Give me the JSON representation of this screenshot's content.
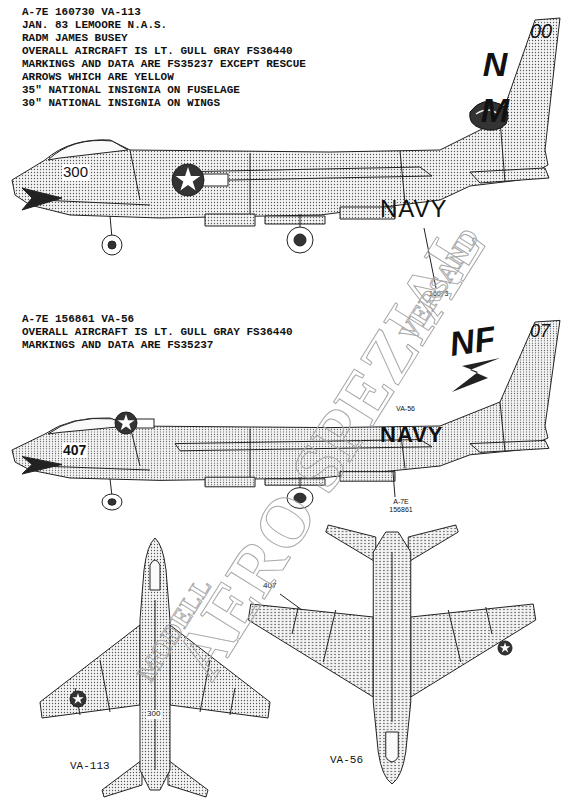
{
  "diagram": {
    "labels": [
      "A-7E 160730 VA-113",
      "JAN. 83 LEMOORE N.A.S.",
      "RADM JAMES BUSEY",
      "OVERALL AIRCRAFT IS LT. GULL GRAY FS36440",
      "MARKINGS AND DATA ARE FS35237 EXCEPT RESCUE",
      "ARROWS WHICH ARE YELLOW",
      "35\" NATIONAL INSIGNIA ON FUSELAGE",
      "30\" NATIONAL INSIGNIA ON WINGS",
      "00",
      "NM",
      "300",
      "NAVY",
      "16073",
      "A-7E 156861 VA-56",
      "OVERALL AIRCRAFT IS LT. GULL GRAY FS36440",
      "MARKINGS AND DATA ARE FS35237",
      "07",
      "NF",
      "407",
      "VA-56",
      "NAVY",
      "A-7E 156861",
      "300",
      "VA-113",
      "407",
      "VA-56",
      "AERO SPEZIAL",
      "MODELL",
      "VERSAND"
    ]
  }
}
